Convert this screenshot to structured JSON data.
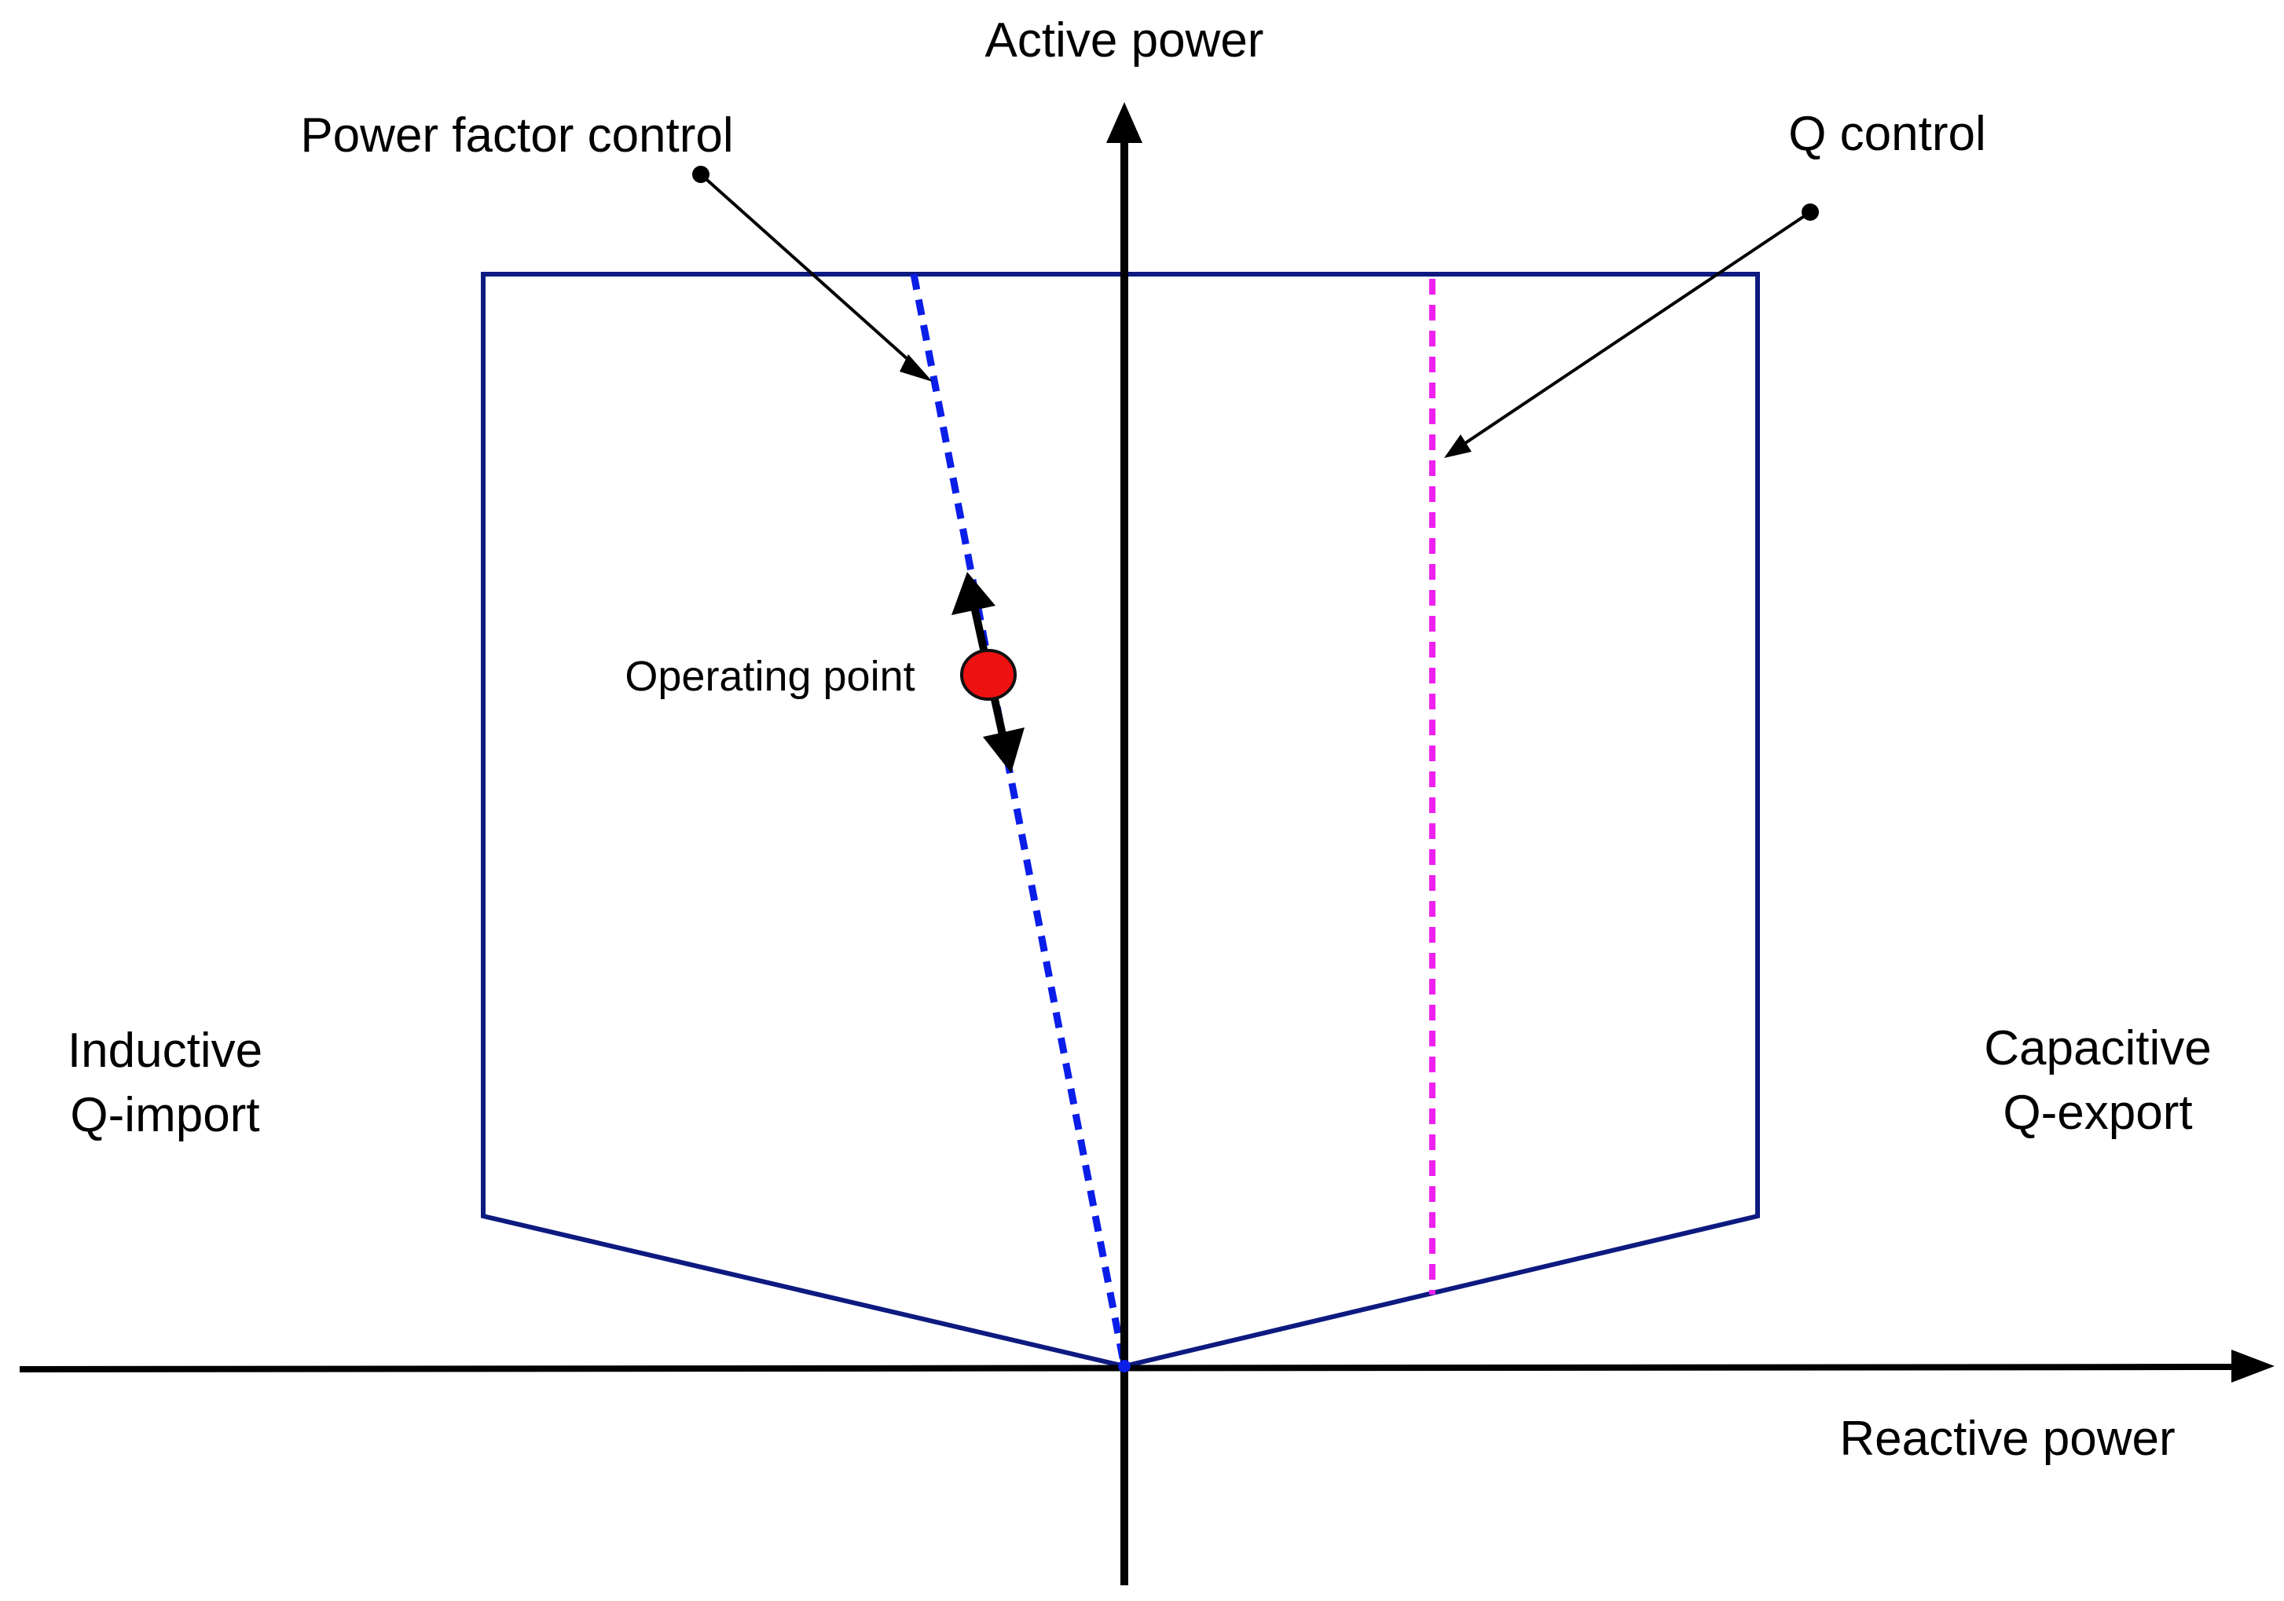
{
  "diagram": {
    "axes": {
      "vertical_label": "Active power",
      "horizontal_label": "Reactive power"
    },
    "annotations": {
      "power_factor_control": "Power factor control",
      "q_control": "Q control",
      "operating_point": "Operating point"
    },
    "regions": {
      "left_line1": "Inductive",
      "left_line2": "Q-import",
      "right_line1": "Capacitive",
      "right_line2": "Q-export"
    },
    "colors": {
      "axes": "#000000",
      "capability_boundary": "#0d1a80",
      "power_factor_line": "#0a1ee8",
      "q_control_line": "#ee22ee",
      "operating_point": "#ee1111"
    }
  }
}
